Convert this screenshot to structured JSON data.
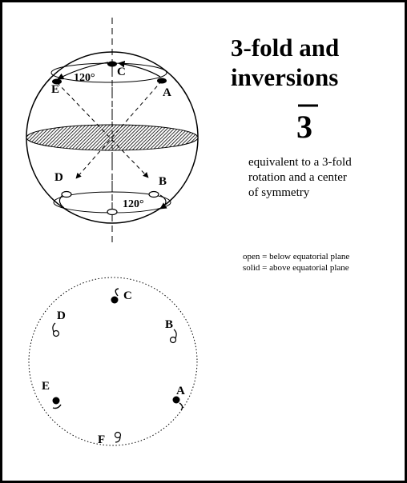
{
  "title": {
    "line1": "3-fold and",
    "line2": "inversions"
  },
  "symbol": {
    "digit": "3"
  },
  "description": {
    "line1": "equivalent to a 3-fold",
    "line2": "rotation and a center",
    "line3": "of symmetry"
  },
  "legend": {
    "open": "open = below equatorial plane",
    "solid": "solid = above equatorial plane"
  },
  "sphere": {
    "labels": {
      "C": "C",
      "E": "E",
      "A": "A",
      "D": "D",
      "B": "B"
    },
    "angle_top": "120°",
    "angle_bottom": "120°"
  },
  "projection": {
    "labels": {
      "C": "C",
      "D": "D",
      "B": "B",
      "E": "E",
      "A": "A",
      "F": "F"
    }
  },
  "colors": {
    "ink": "#000000",
    "background": "#ffffff"
  }
}
